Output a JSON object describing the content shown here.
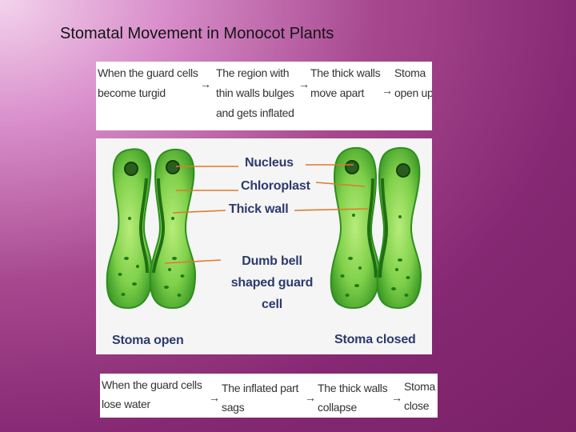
{
  "slide": {
    "title": "Stomatal Movement in Monocot Plants"
  },
  "top_sequence": {
    "steps": [
      [
        "When the guard cells",
        "become turgid"
      ],
      [
        "The region with",
        "thin walls bulges",
        "and gets inflated"
      ],
      [
        "The thick walls",
        "move apart"
      ],
      [
        "Stoma",
        "open up"
      ]
    ],
    "arrow_glyph": "→"
  },
  "diagram": {
    "labels": {
      "nucleus": "Nucleus",
      "chloroplast": "Chloroplast",
      "thick_wall": "Thick wall",
      "guard_cell_line1": "Dumb bell",
      "guard_cell_line2": "shaped guard",
      "guard_cell_line3": "cell",
      "stoma_open": "Stoma open",
      "stoma_closed": "Stoma closed"
    },
    "colors": {
      "cell_fill": "#7fd04a",
      "cell_dark": "#2e8f1e",
      "leader_line": "#e07a2a",
      "label_text": "#2d3a6e"
    }
  },
  "bottom_sequence": {
    "steps": [
      [
        "When the guard cells",
        "lose water"
      ],
      [
        "The inflated part",
        "sags"
      ],
      [
        "The thick walls",
        "collapse"
      ],
      [
        "Stoma",
        "close"
      ]
    ],
    "arrow_glyph": "→"
  }
}
